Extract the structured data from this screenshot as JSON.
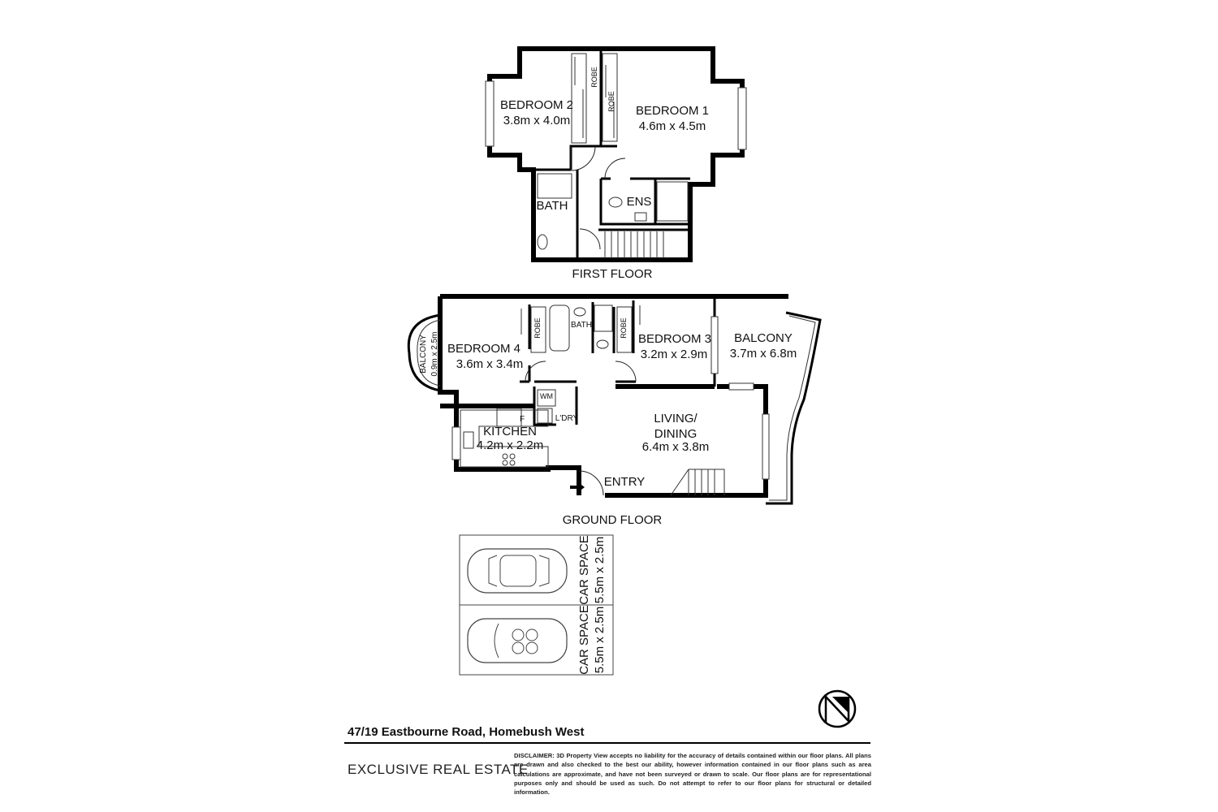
{
  "first_floor": {
    "label": "FIRST FLOOR",
    "rooms": [
      {
        "name": "BEDROOM 2",
        "size": "3.8m x 4.0m"
      },
      {
        "name": "BEDROOM 1",
        "size": "4.6m x 4.5m"
      },
      {
        "name": "BATH"
      },
      {
        "name": "ENS"
      }
    ],
    "robe_label": "ROBE"
  },
  "ground_floor": {
    "label": "GROUND FLOOR",
    "rooms": [
      {
        "name": "BEDROOM 4",
        "size": "3.6m x 3.4m"
      },
      {
        "name": "BEDROOM 3",
        "size": "3.2m x 2.9m"
      },
      {
        "name": "BALCONY",
        "size": "3.7m x 6.8m"
      },
      {
        "name": "KITCHEN",
        "size": "4.2m x 2.2m"
      },
      {
        "name": "LIVING/",
        "name2": "DINING",
        "size": "6.4m x 3.8m"
      },
      {
        "name": "ENTRY"
      },
      {
        "name": "BATH"
      },
      {
        "name": "L'DRY"
      },
      {
        "name": "WM"
      },
      {
        "name": "F"
      }
    ],
    "small_balcony": {
      "name": "BALCONY",
      "size": "0.9m x 2.5m"
    },
    "robe_label": "ROBE"
  },
  "car_spaces": [
    {
      "name": "CAR SPACE",
      "size": "5.5m x 2.5m"
    },
    {
      "name": "CAR SPACE",
      "size": "5.5m x 2.5m"
    }
  ],
  "compass_icon": "north-arrow-icon",
  "address": "47/19 Eastbourne Road, Homebush West",
  "brand": "EXCLUSIVE REAL ESTATE",
  "disclaimer": "DISCLAIMER: 3D Property View accepts no liability for the accuracy of details contained within our floor plans. All plans are drawn and also checked to the best our ability, however information contained in our floor plans such as area calculations are approximate, and have not been surveyed or drawn to scale. Our floor plans are for representational purposes only and should be used as such. Do not attempt to refer to our floor plans for structural or detailed information."
}
